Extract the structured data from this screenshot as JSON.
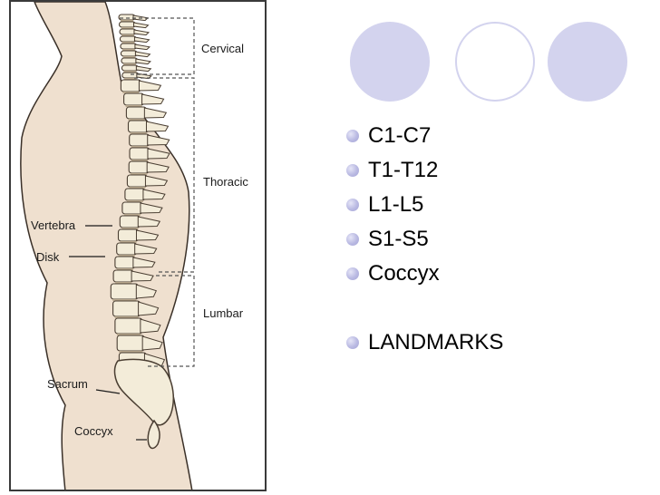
{
  "figure": {
    "labels": {
      "cervical": "Cervical",
      "thoracic": "Thoracic",
      "lumbar": "Lumbar",
      "vertebra": "Vertebra",
      "disk": "Disk",
      "sacrum": "Sacrum",
      "coccyx": "Coccyx"
    }
  },
  "bullets": [
    {
      "text": "C1-C7"
    },
    {
      "text": "T1-T12"
    },
    {
      "text": "L1-L5"
    },
    {
      "text": "S1-S5"
    },
    {
      "text": "Coccyx"
    },
    {
      "text": "LANDMARKS"
    }
  ],
  "colors": {
    "accent_circle": "#d3d3ee",
    "body_skin": "#efe0cf",
    "bone": "#f3ecd9",
    "bone_outline": "#4a3e32"
  }
}
